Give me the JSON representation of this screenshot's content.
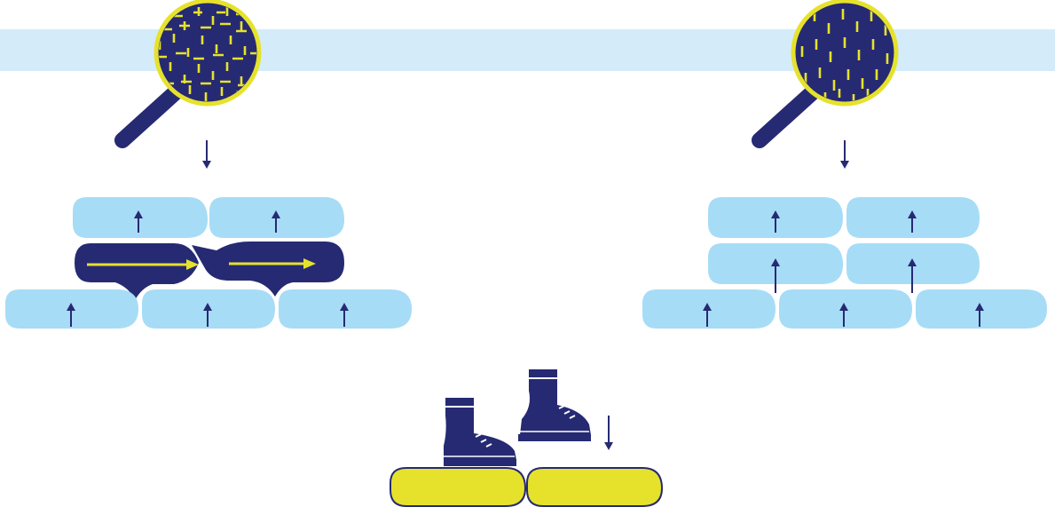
{
  "colors": {
    "background": "#ffffff",
    "band": "#d4ecf9",
    "bag_light": "#a7dcf6",
    "navy": "#262a73",
    "yellow": "#e6e22c"
  },
  "icons": {
    "magnifier": "magnifier-icon",
    "boot": "boot-icon",
    "arrow_down": "arrow-down-icon",
    "arrow_up": "arrow-up-icon",
    "arrow_right": "arrow-right-icon"
  },
  "panels": [
    {
      "name": "woven-panel",
      "fabric": "woven",
      "light_bags_per_row": [
        2,
        3
      ],
      "highlighted_row_bags": 2,
      "highlight_arrows": "right"
    },
    {
      "name": "nonwoven-panel",
      "fabric": "nonwoven",
      "light_bags_per_row": [
        2,
        2,
        3
      ],
      "highlighted_row_bags": 0
    }
  ],
  "footer": {
    "yellow_bags": 2,
    "boots": 2
  }
}
